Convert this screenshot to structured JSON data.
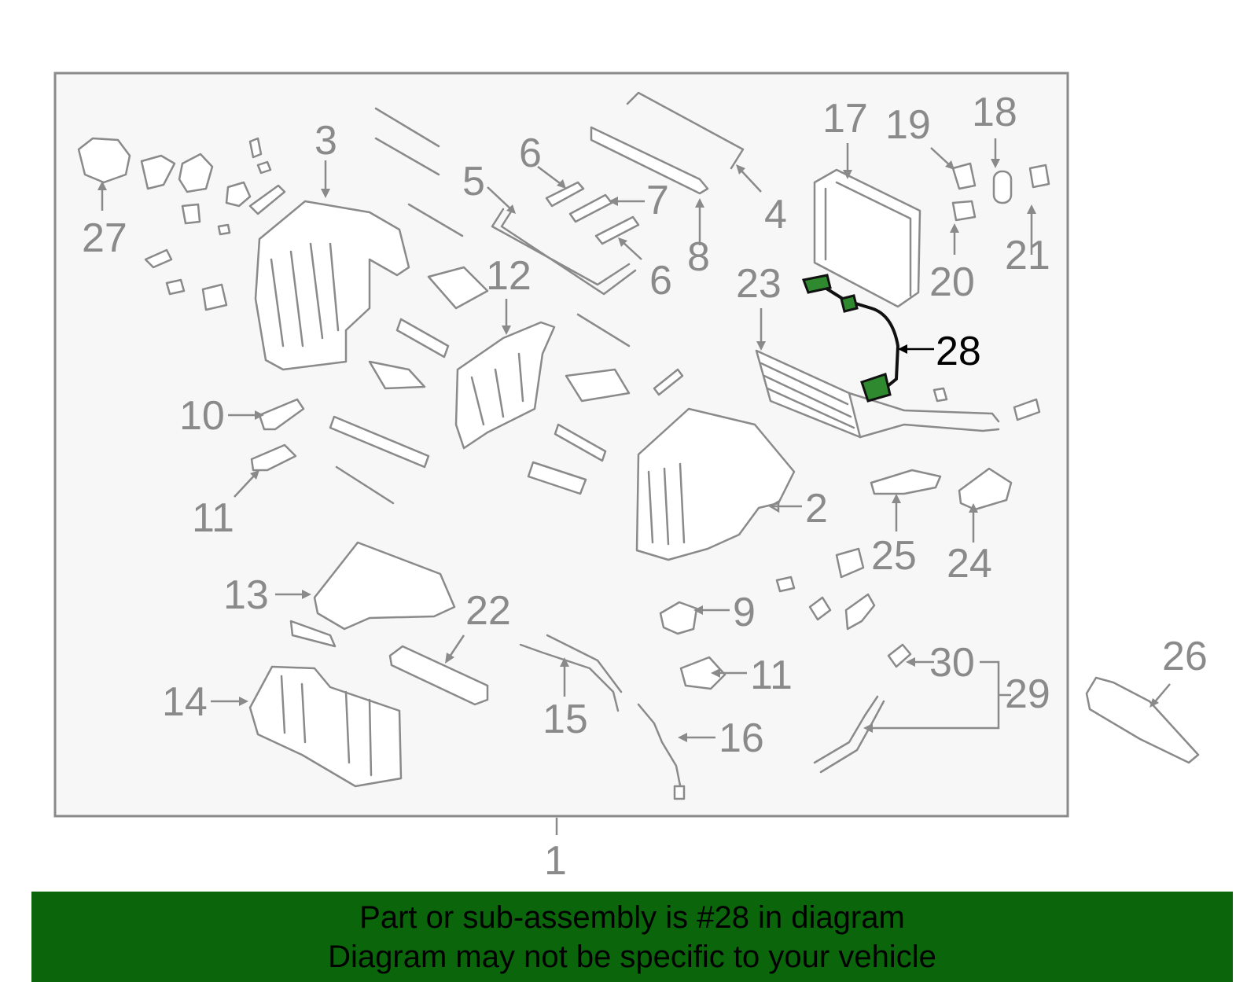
{
  "colors": {
    "frame_fill": "#f7f7f7",
    "frame_stroke": "#8a8a8a",
    "line_art": "#8a8a8a",
    "highlight_part": "#2f8a2f",
    "banner_bg": "#0b650b",
    "banner_text": "#000000"
  },
  "callouts": [
    {
      "id": "1",
      "label": "1"
    },
    {
      "id": "2",
      "label": "2"
    },
    {
      "id": "3",
      "label": "3"
    },
    {
      "id": "4",
      "label": "4"
    },
    {
      "id": "5",
      "label": "5"
    },
    {
      "id": "6a",
      "label": "6"
    },
    {
      "id": "6b",
      "label": "6"
    },
    {
      "id": "7",
      "label": "7"
    },
    {
      "id": "8",
      "label": "8"
    },
    {
      "id": "9",
      "label": "9"
    },
    {
      "id": "10",
      "label": "10"
    },
    {
      "id": "11a",
      "label": "11"
    },
    {
      "id": "11b",
      "label": "11"
    },
    {
      "id": "12",
      "label": "12"
    },
    {
      "id": "13",
      "label": "13"
    },
    {
      "id": "14",
      "label": "14"
    },
    {
      "id": "15",
      "label": "15"
    },
    {
      "id": "16",
      "label": "16"
    },
    {
      "id": "17",
      "label": "17"
    },
    {
      "id": "18",
      "label": "18"
    },
    {
      "id": "19",
      "label": "19"
    },
    {
      "id": "20",
      "label": "20"
    },
    {
      "id": "21",
      "label": "21"
    },
    {
      "id": "22",
      "label": "22"
    },
    {
      "id": "23",
      "label": "23"
    },
    {
      "id": "24",
      "label": "24"
    },
    {
      "id": "25",
      "label": "25"
    },
    {
      "id": "26",
      "label": "26"
    },
    {
      "id": "27",
      "label": "27"
    },
    {
      "id": "28",
      "label": "28",
      "highlighted": true
    },
    {
      "id": "29",
      "label": "29"
    },
    {
      "id": "30",
      "label": "30"
    }
  ],
  "banner": {
    "line1": "Part or sub-assembly is #28 in diagram",
    "line2": "Diagram may not be specific to your vehicle"
  }
}
